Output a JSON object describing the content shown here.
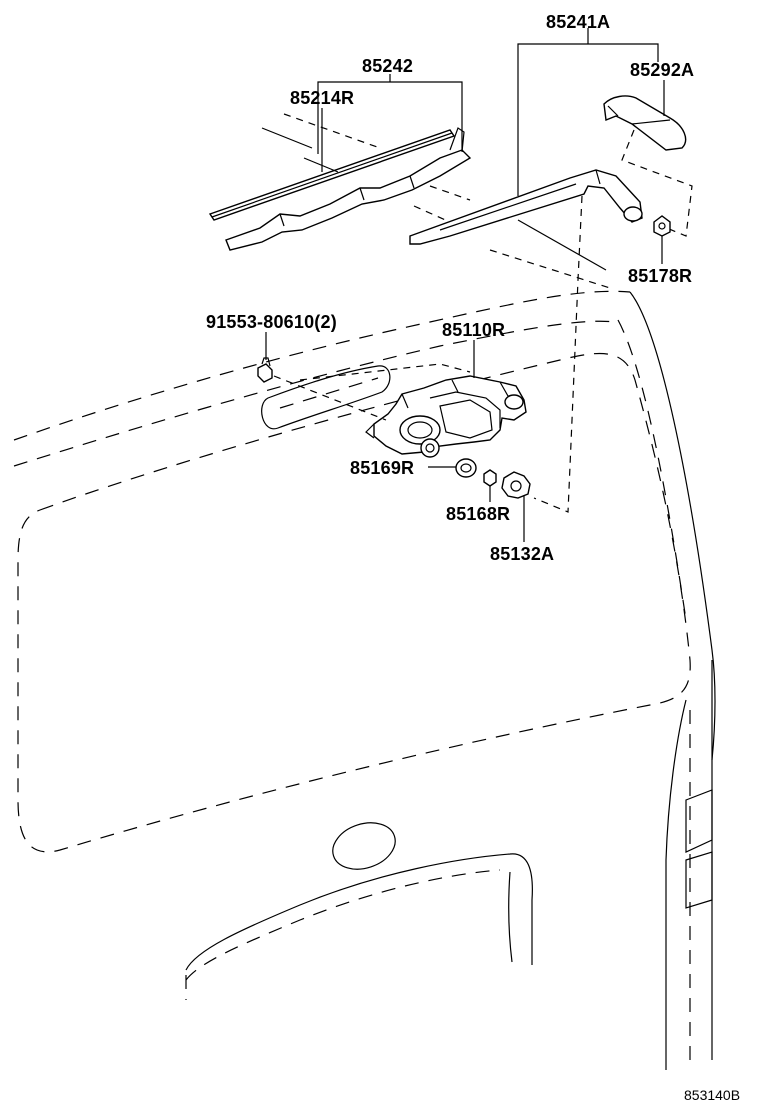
{
  "diagram": {
    "reference_code": "853140B",
    "labels": {
      "arm_assembly": "85241A",
      "cap": "85292A",
      "blade_assembly": "85242",
      "blade_rubber": "85214R",
      "nut": "85178R",
      "bolt": "91553-80610(2)",
      "motor": "85110R",
      "cushion": "85169R",
      "washer": "85168R",
      "pivot_nut": "85132A"
    }
  }
}
